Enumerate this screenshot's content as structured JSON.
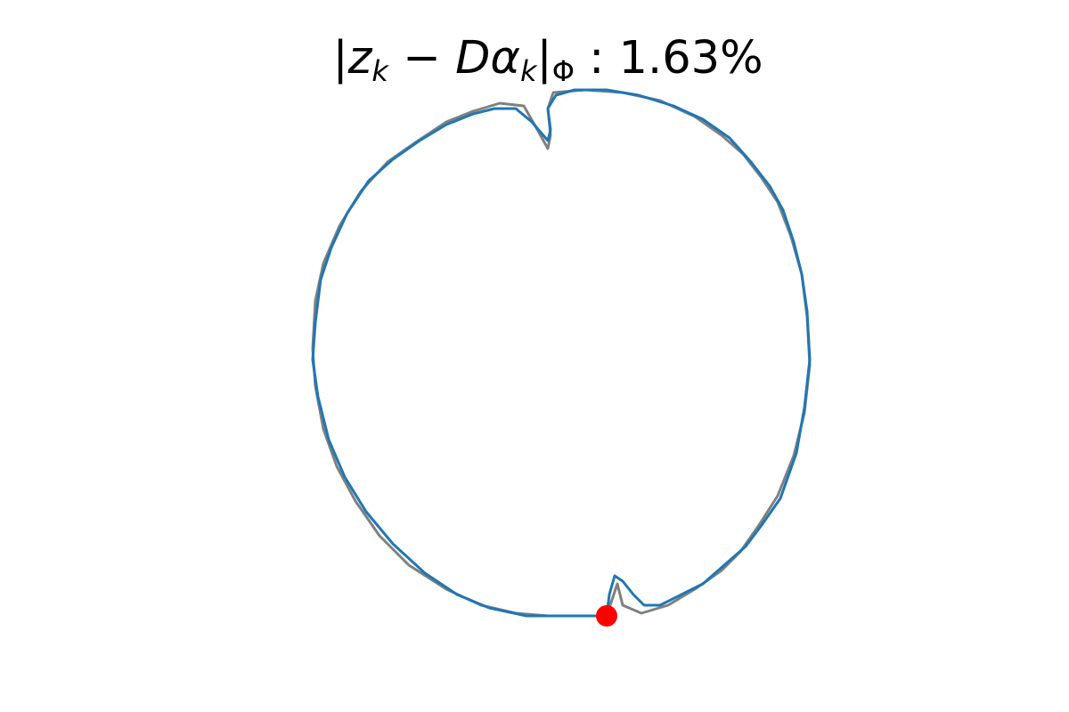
{
  "chart_data": {
    "type": "line",
    "title": {
      "bar_left": "|",
      "z": "z",
      "sub_k1": "k",
      "minus": " − ",
      "D": "D",
      "alpha": "α",
      "sub_k2": "k",
      "bar_right": "|",
      "sub_phi": "Φ",
      "colon": " : ",
      "value": "1.63%"
    },
    "axes_visible": false,
    "grid": false,
    "aspect": "equal",
    "xlim": [
      -1.15,
      1.15
    ],
    "ylim": [
      -1.15,
      1.15
    ],
    "series": [
      {
        "color": "#808080",
        "points": [
          [
            0.22,
            -1.0
          ],
          [
            0.26,
            -0.88
          ],
          [
            0.28,
            -0.96
          ],
          [
            0.35,
            -0.99
          ],
          [
            0.45,
            -0.96
          ],
          [
            0.55,
            -0.9
          ],
          [
            0.65,
            -0.83
          ],
          [
            0.72,
            -0.76
          ],
          [
            0.79,
            -0.66
          ],
          [
            0.86,
            -0.55
          ],
          [
            0.92,
            -0.4
          ],
          [
            0.96,
            -0.24
          ],
          [
            0.98,
            -0.06
          ],
          [
            0.97,
            0.12
          ],
          [
            0.95,
            0.28
          ],
          [
            0.91,
            0.42
          ],
          [
            0.86,
            0.55
          ],
          [
            0.8,
            0.64
          ],
          [
            0.73,
            0.73
          ],
          [
            0.65,
            0.8
          ],
          [
            0.55,
            0.87
          ],
          [
            0.42,
            0.93
          ],
          [
            0.28,
            0.96
          ],
          [
            0.14,
            0.97
          ],
          [
            0.02,
            0.96
          ],
          [
            0.0,
            0.9
          ],
          [
            0.01,
            0.8
          ],
          [
            0.0,
            0.75
          ],
          [
            -0.05,
            0.84
          ],
          [
            -0.09,
            0.91
          ],
          [
            -0.18,
            0.92
          ],
          [
            -0.28,
            0.89
          ],
          [
            -0.38,
            0.85
          ],
          [
            -0.5,
            0.77
          ],
          [
            -0.6,
            0.7
          ],
          [
            -0.7,
            0.59
          ],
          [
            -0.78,
            0.46
          ],
          [
            -0.84,
            0.32
          ],
          [
            -0.87,
            0.18
          ],
          [
            -0.88,
            0.0
          ],
          [
            -0.87,
            -0.14
          ],
          [
            -0.84,
            -0.3
          ],
          [
            -0.79,
            -0.44
          ],
          [
            -0.72,
            -0.57
          ],
          [
            -0.63,
            -0.7
          ],
          [
            -0.52,
            -0.81
          ],
          [
            -0.38,
            -0.9
          ],
          [
            -0.25,
            -0.96
          ],
          [
            -0.12,
            -0.99
          ],
          [
            0.0,
            -1.0
          ],
          [
            0.12,
            -1.0
          ],
          [
            0.22,
            -1.0
          ]
        ]
      },
      {
        "color": "#1f77b4",
        "points": [
          [
            0.22,
            -1.0
          ],
          [
            0.23,
            -0.92
          ],
          [
            0.25,
            -0.85
          ],
          [
            0.28,
            -0.87
          ],
          [
            0.32,
            -0.92
          ],
          [
            0.36,
            -0.96
          ],
          [
            0.42,
            -0.96
          ],
          [
            0.5,
            -0.92
          ],
          [
            0.58,
            -0.88
          ],
          [
            0.66,
            -0.81
          ],
          [
            0.74,
            -0.74
          ],
          [
            0.8,
            -0.66
          ],
          [
            0.87,
            -0.56
          ],
          [
            0.93,
            -0.39
          ],
          [
            0.96,
            -0.22
          ],
          [
            0.98,
            -0.04
          ],
          [
            0.97,
            0.14
          ],
          [
            0.95,
            0.28
          ],
          [
            0.92,
            0.4
          ],
          [
            0.88,
            0.52
          ],
          [
            0.83,
            0.61
          ],
          [
            0.76,
            0.7
          ],
          [
            0.68,
            0.79
          ],
          [
            0.58,
            0.86
          ],
          [
            0.47,
            0.91
          ],
          [
            0.34,
            0.95
          ],
          [
            0.22,
            0.97
          ],
          [
            0.1,
            0.97
          ],
          [
            0.03,
            0.95
          ],
          [
            0.0,
            0.9
          ],
          [
            0.01,
            0.82
          ],
          [
            0.0,
            0.78
          ],
          [
            -0.06,
            0.85
          ],
          [
            -0.12,
            0.9
          ],
          [
            -0.2,
            0.9
          ],
          [
            -0.28,
            0.88
          ],
          [
            -0.38,
            0.84
          ],
          [
            -0.48,
            0.78
          ],
          [
            -0.58,
            0.71
          ],
          [
            -0.67,
            0.63
          ],
          [
            -0.75,
            0.51
          ],
          [
            -0.81,
            0.38
          ],
          [
            -0.85,
            0.26
          ],
          [
            -0.87,
            0.1
          ],
          [
            -0.88,
            -0.04
          ],
          [
            -0.86,
            -0.18
          ],
          [
            -0.82,
            -0.34
          ],
          [
            -0.76,
            -0.48
          ],
          [
            -0.68,
            -0.61
          ],
          [
            -0.58,
            -0.73
          ],
          [
            -0.46,
            -0.84
          ],
          [
            -0.34,
            -0.92
          ],
          [
            -0.22,
            -0.97
          ],
          [
            -0.08,
            -1.0
          ],
          [
            0.06,
            -1.0
          ],
          [
            0.16,
            -1.0
          ],
          [
            0.22,
            -1.0
          ]
        ]
      }
    ],
    "markers": [
      {
        "x": 0.22,
        "y": -1.0,
        "color": "#ff0000"
      }
    ]
  }
}
